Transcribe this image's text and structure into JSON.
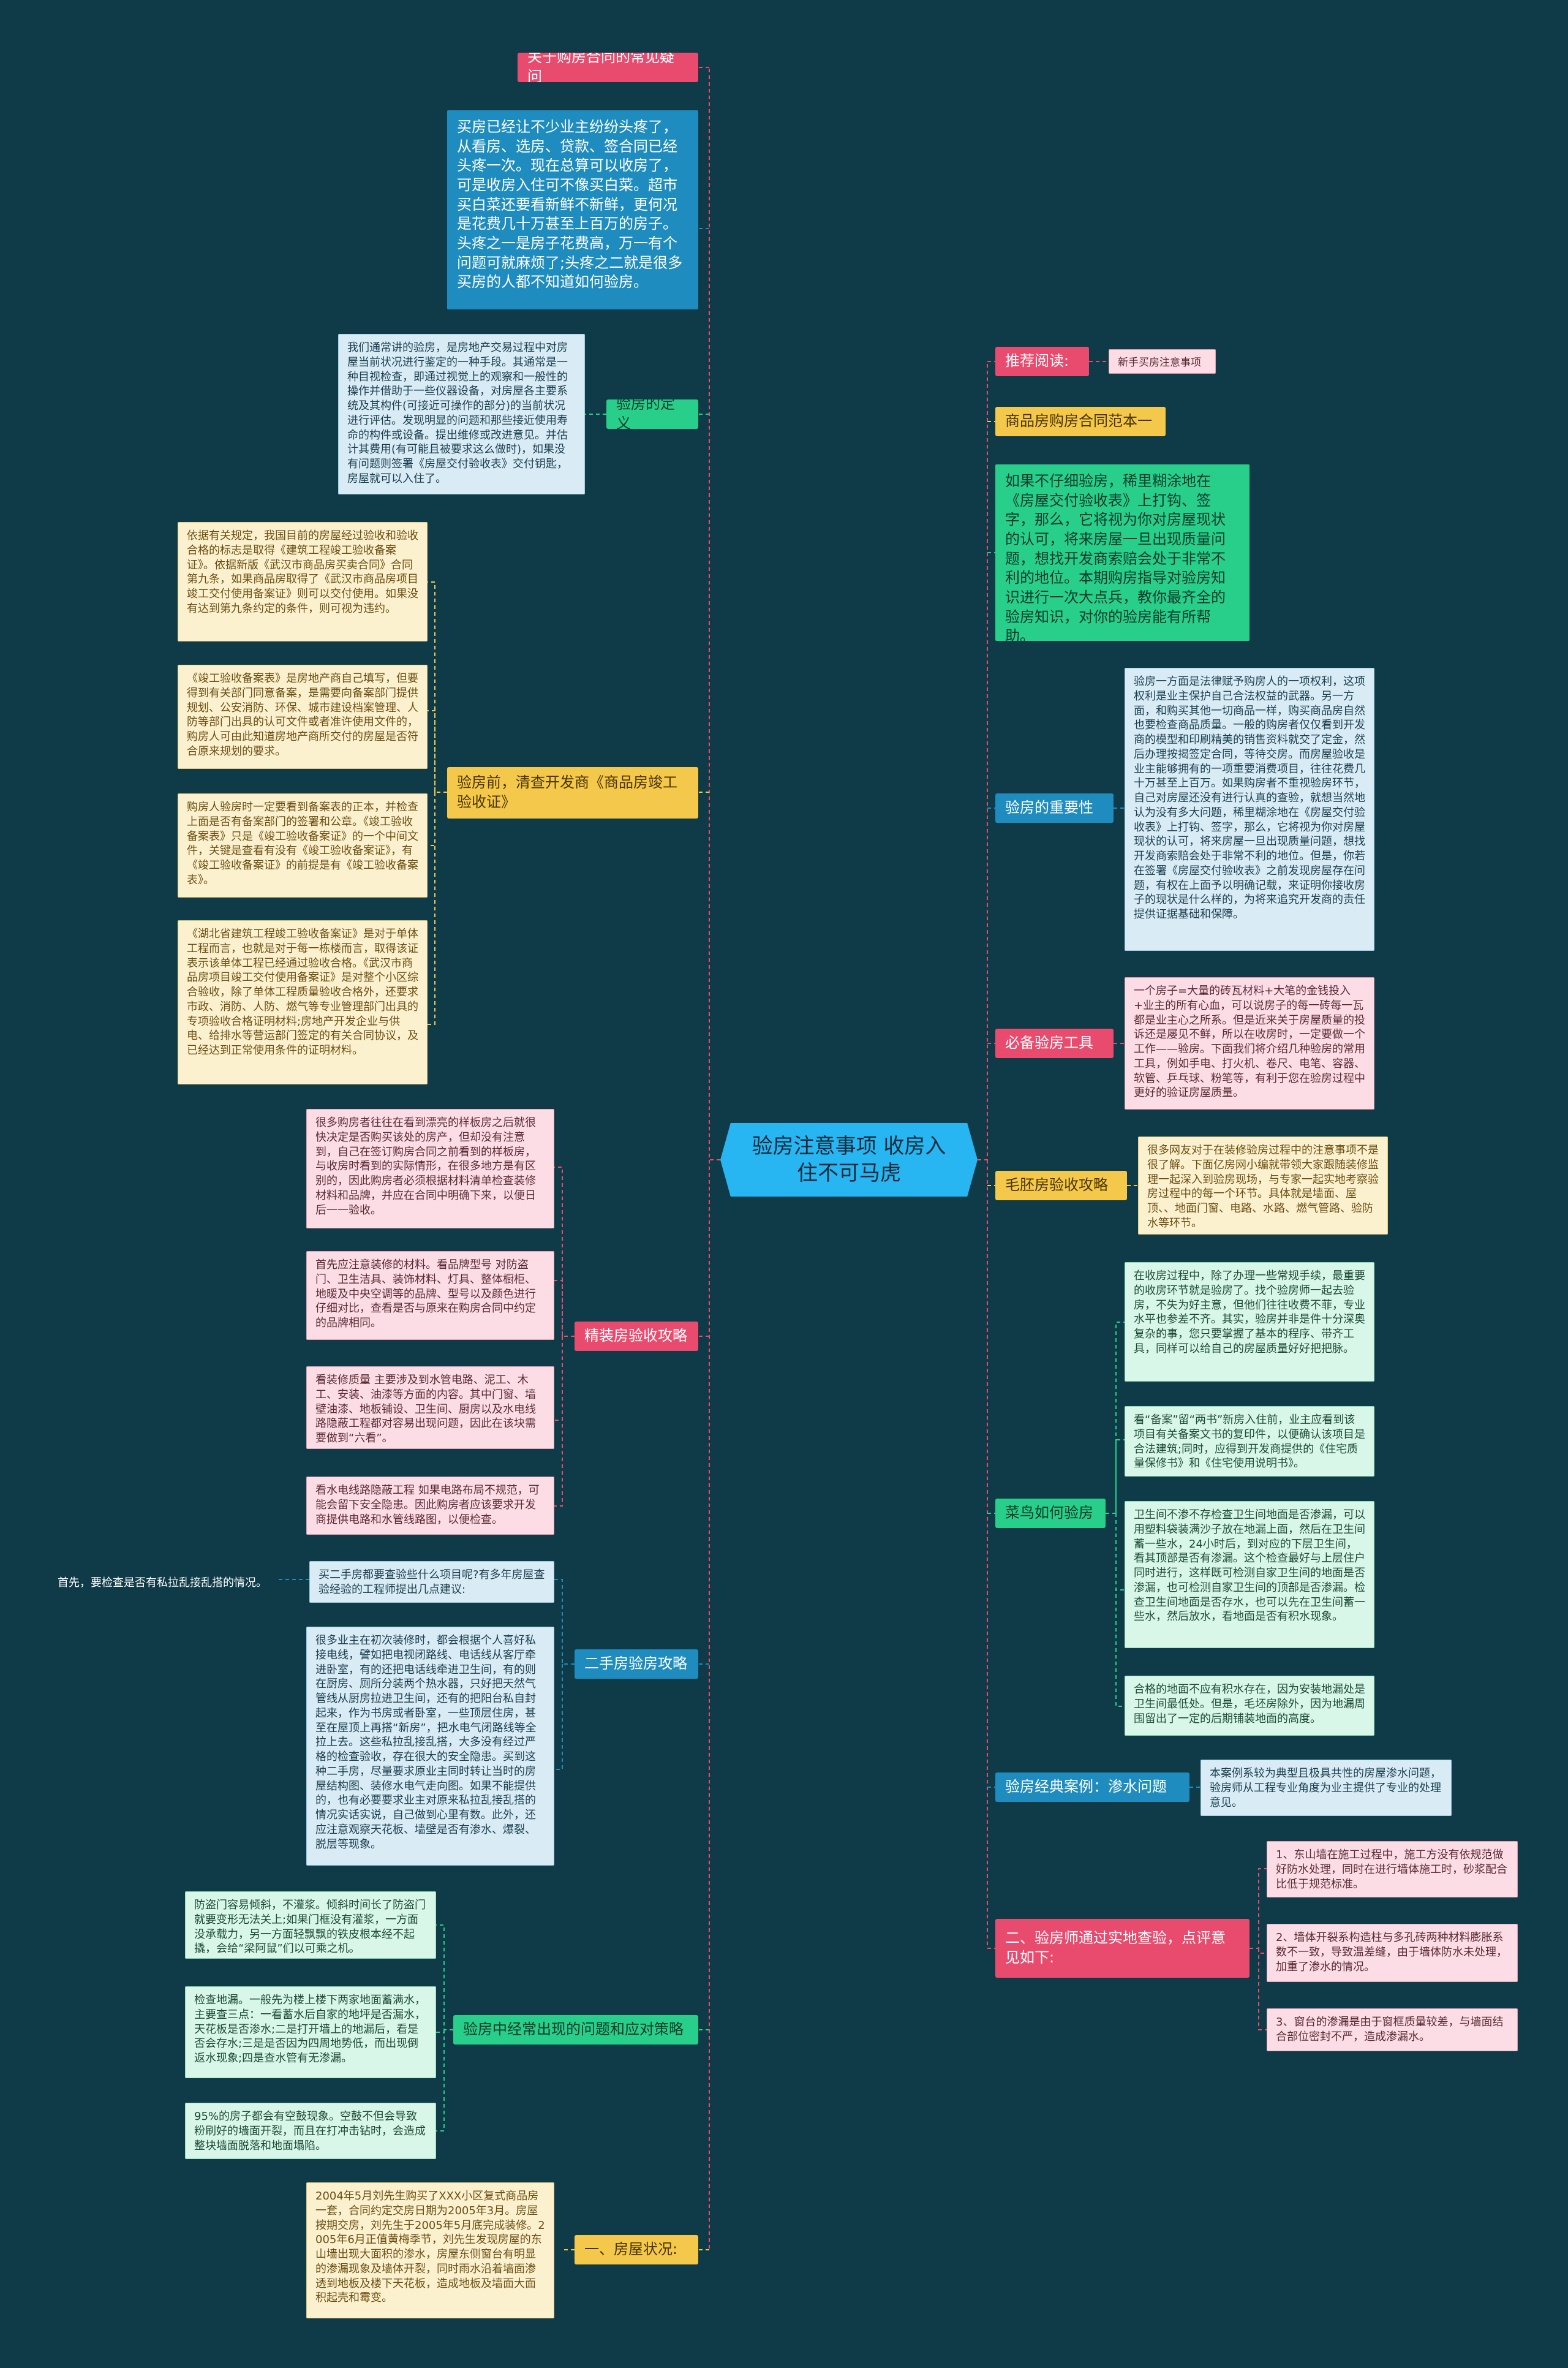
{
  "center": "验房注意事项 收房入住不可马虎",
  "left": {
    "faq": "关于购房合同的常见疑问",
    "intro": "买房已经让不少业主纷纷头疼了，从看房、选房、贷款、签合同已经头疼一次。现在总算可以收房了，可是收房入住可不像买白菜。超市买白菜还要看新鲜不新鲜，更何况是花费几十万甚至上百万的房子。头疼之一是房子花费高，万一有个问题可就麻烦了;头疼之二就是很多买房的人都不知道如何验房。",
    "definition": {
      "label": "验房的定义",
      "text": "我们通常讲的验房，是房地产交易过程中对房屋当前状况进行鉴定的一种手段。其通常是一种目视检查，即通过视觉上的观察和一般性的操作并借助于一些仪器设备，对房屋各主要系统及其构件(可接近可操作的部分)的当前状况进行评估。发现明显的问题和那些接近使用寿命的构件或设备。提出维修或改进意见。并估计其费用(有可能且被要求这么做时)，如果没有问题则签署《房屋交付验收表》交付钥匙，房屋就可以入住了。"
    },
    "acceptance": {
      "label": "验房前，清查开发商《商品房竣工验收证》",
      "items": [
        "依据有关规定，我国目前的房屋经过验收和验收合格的标志是取得《建筑工程竣工验收备案证》。依据新版《武汉市商品房买卖合同》合同第九条，如果商品房取得了《武汉市商品房项目竣工交付使用备案证》则可以交付使用。如果没有达到第九条约定的条件，则可视为违约。",
        "《竣工验收备案表》是房地产商自己填写，但要得到有关部门同意备案，是需要向备案部门提供规划、公安消防、环保、城市建设档案管理、人防等部门出具的认可文件或者准许使用文件的，购房人可由此知道房地产商所交付的房屋是否符合原来规划的要求。",
        "购房人验房时一定要看到备案表的正本，并检查上面是否有备案部门的签署和公章。《竣工验收备案表》只是《竣工验收备案证》的一个中间文件，关键是查看有没有《竣工验收备案证》，有《竣工验收备案证》的前提是有《竣工验收备案表》。",
        "《湖北省建筑工程竣工验收备案证》是对于单体工程而言，也就是对于每一栋楼而言，取得该证表示该单体工程已经通过验收合格。《武汉市商品房项目竣工交付使用备案证》是对整个小区综合验收，除了单体工程质量验收合格外，还要求市政、消防、人防、燃气等专业管理部门出具的专项验收合格证明材料;房地产开发企业与供电、给排水等营运部门签定的有关合同协议，及已经达到正常使用条件的证明材料。"
      ]
    },
    "decoration": {
      "label": "精装房验收攻略",
      "items": [
        "很多购房者往往在看到漂亮的样板房之后就很快决定是否购买该处的房产，但却没有注意到，自己在签订购房合同之前看到的样板房，与收房时看到的实际情形，在很多地方是有区别的，因此购房者必须根据材料清单检查装修材料和品牌，并应在合同中明确下来，以便日后一一验收。",
        "首先应注意装修的材料。看品牌型号 对防盗门、卫生洁具、装饰材料、灯具、整体橱柜、地暖及中央空调等的品牌、型号以及颜色进行仔细对比，查看是否与原来在购房合同中约定的品牌相同。",
        "看装修质量 主要涉及到水管电路、泥工、木工、安装、油漆等方面的内容。其中门窗、墙壁油漆、地板铺设、卫生间、厨房以及水电线路隐蔽工程都对容易出现问题，因此在该块需要做到“六看”。",
        "看水电线路隐蔽工程 如果电路布局不规范，可能会留下安全隐患。因此购房者应该要求开发商提供电路和水管线路图，以便检查。"
      ]
    },
    "second_hand": {
      "label": "二手房验房攻略",
      "q": "买二手房都要查验些什么项目呢?有多年房屋查验经验的工程师提出几点建议:",
      "aside": "首先，要检查是否有私拉乱接乱搭的情况。",
      "text": "很多业主在初次装修时，都会根据个人喜好私接电线，譬如把电视闭路线、电话线从客厅牵进卧室，有的还把电话线牵进卫生间，有的则在厨房、厕所分装两个热水器，只好把天然气管线从厨房拉进卫生间，还有的把阳台私自封起来，作为书房或者卧室，一些顶层住房，甚至在屋顶上再搭“新房”，把水电气闭路线等全拉上去。这些私拉乱接乱搭，大多没有经过严格的检查验收，存在很大的安全隐患。买到这种二手房，尽量要求原业主同时转让当时的房屋结构图、装修水电气走向图。如果不能提供的，也有必要要求业主对原来私拉乱接乱搭的情况实话实说，自己做到心里有数。此外，还应注意观察天花板、墙壁是否有渗水、爆裂、脱层等现象。"
    },
    "common": {
      "label": "验房中经常出现的问题和应对策略",
      "items": [
        "防盗门容易倾斜，不灌浆。倾斜时间长了防盗门就要变形无法关上;如果门框没有灌浆，一方面没承载力，另一方面轻飘飘的铁皮根本经不起撬，会给“梁阿鼠”们以可乘之机。",
        "检查地漏。一般先为楼上楼下两家地面蓄满水，主要查三点：一看蓄水后自家的地坪是否漏水，天花板是否渗水;二是打开墙上的地漏后，看是否会存水;三是是否因为四周地势低，而出现倒返水现象;四是查水管有无渗漏。",
        "95%的房子都会有空鼓现象。空鼓不但会导致粉刷好的墙面开裂，而且在打冲击钻时，会造成整块墙面脱落和地面塌陷。"
      ]
    },
    "case": {
      "label": "一、房屋状况:",
      "text": "2004年5月刘先生购买了XXX小区复式商品房一套，合同约定交房日期为2005年3月。房屋按期交房，刘先生于2005年5月底完成装修。2005年6月正值黄梅季节，刘先生发现房屋的东山墙出现大面积的渗水，房屋东侧窗台有明显的渗漏现象及墙体开裂，同时雨水沿着墙面渗透到地板及楼下天花板，造成地板及墙面大面积起壳和霉变。"
    }
  },
  "right": {
    "recommend": {
      "label": "推荐阅读:",
      "link": "新手买房注意事项"
    },
    "contract": "商品房购房合同范本一",
    "warning": "如果不仔细验房，稀里糊涂地在《房屋交付验收表》上打钩、签字，那么，它将视为你对房屋现状的认可，将来房屋一旦出现质量问题，想找开发商索赔会处于非常不利的地位。本期购房指导对验房知识进行一次大点兵，教你最齐全的验房知识，对你的验房能有所帮助。",
    "importance": {
      "label": "验房的重要性",
      "text": "验房一方面是法律赋予购房人的一项权利，这项权利是业主保护自己合法权益的武器。另一方面，和购买其他一切商品一样，购买商品房自然也要检查商品质量。一般的购房者仅仅看到开发商的模型和印刷精美的销售资料就交了定金，然后办理按揭签定合同，等待交房。而房屋验收是业主能够拥有的一项重要消费项目，往往花费几十万甚至上百万。如果购房者不重视验房环节，自己对房屋还没有进行认真的查验，就想当然地认为没有多大问题，稀里糊涂地在《房屋交付验收表》上打钩、签字，那么，它将视为你对房屋现状的认可，将来房屋一旦出现质量问题，想找开发商索赔会处于非常不利的地位。但是，你若在签署《房屋交付验收表》之前发现房屋存在问题，有权在上面予以明确记载，来证明你接收房子的现状是什么样的，为将来追究开发商的责任提供证据基础和保障。"
    },
    "tools": {
      "label": "必备验房工具",
      "text": "一个房子=大量的砖瓦材料+大笔的金钱投入+业主的所有心血，可以说房子的每一砖每一瓦都是业主心之所系。但是近来关于房屋质量的投诉还是屡见不鲜，所以在收房时，一定要做一个工作——验房。下面我们将介绍几种验房的常用工具，例如手电、打火机、卷尺、电笔、容器、软管、乒乓球、粉笔等，有利于您在验房过程中更好的验证房屋质量。"
    },
    "rough": {
      "label": "毛胚房验收攻略",
      "text": "很多网友对于在装修验房过程中的注意事项不是很了解。下面亿房网小编就带领大家跟随装修监理一起深入到验房现场，与专家一起实地考察验房过程中的每一个环节。具体就是墙面、屋顶、、地面门窗、电路、水路、燃气管路、验防水等环节。"
    },
    "novice": {
      "label": "菜鸟如何验房",
      "items": [
        "在收房过程中，除了办理一些常规手续，最重要的收房环节就是验房了。找个验房师一起去验房，不失为好主意，但他们往往收费不菲，专业水平也参差不齐。其实，验房并非是件十分深奥复杂的事，您只要掌握了基本的程序、带齐工具，同样可以给自己的房屋质量好好把把脉。",
        "看“备案”留“两书”新房入住前，业主应看到该项目有关备案文书的复印件，以便确认该项目是合法建筑;同时，应得到开发商提供的《住宅质量保修书》和《住宅使用说明书》。",
        "卫生间不渗不存检查卫生间地面是否渗漏，可以用塑料袋装满沙子放在地漏上面，然后在卫生间蓄一些水，24小时后，到对应的下层卫生间，看其顶部是否有渗漏。这个检查最好与上层住户同时进行，这样既可检测自家卫生间的地面是否渗漏，也可检测自家卫生间的顶部是否渗漏。检查卫生间地面是否存水，也可以先在卫生间蓄一些水，然后放水，看地面是否有积水现象。",
        "合格的地面不应有积水存在，因为安装地漏处是卫生间最低处。但是，毛坯房除外，因为地漏周围留出了一定的后期铺装地面的高度。"
      ]
    },
    "classic": {
      "label": "验房经典案例：渗水问题",
      "text": "本案例系较为典型且极具共性的房屋渗水问题，验房师从工程专业角度为业主提供了专业的处理意见。"
    },
    "inspection": {
      "label": "二、验房师通过实地查验，点评意见如下:",
      "items": [
        "1、东山墙在施工过程中，施工方没有依规范做好防水处理，同时在进行墙体施工时，砂浆配合比低于规范标准。",
        "2、墙体开裂系构造柱与多孔砖两种材料膨胀系数不一致，导致温差缝，由于墙体防水未处理，加重了渗水的情况。",
        "3、窗台的渗漏是由于窗框质量较差，与墙面结合部位密封不严，造成渗漏水。"
      ]
    }
  }
}
